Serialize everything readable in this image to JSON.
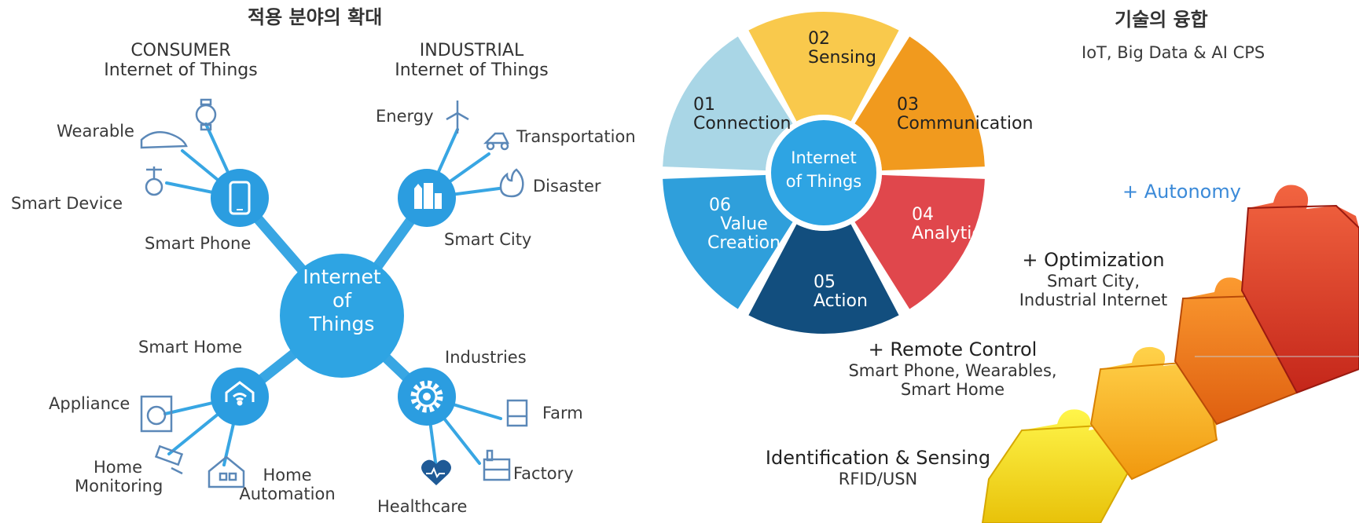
{
  "left": {
    "title": "적용 분야의 확대",
    "consumer": {
      "line1": "CONSUMER",
      "line2": "Internet of Things"
    },
    "industrial": {
      "line1": "INDUSTRIAL",
      "line2": "Internet of Things"
    },
    "hub": [
      "Internet",
      "of",
      "Things"
    ],
    "nodes": {
      "smart_phone": "Smart Phone",
      "smart_city": "Smart City",
      "smart_home": "Smart Home",
      "industries": "Industries"
    },
    "leaves": {
      "wearable": "Wearable",
      "smart_device": "Smart Device",
      "energy": "Energy",
      "transportation": "Transportation",
      "disaster": "Disaster",
      "appliance": "Appliance",
      "home_monitoring": [
        "Home",
        "Monitoring"
      ],
      "home_automation": [
        "Home",
        "Automation"
      ],
      "farm": "Farm",
      "factory": "Factory",
      "healthcare": "Healthcare"
    }
  },
  "middle": {
    "center": [
      "Internet",
      "of Things"
    ],
    "segments": [
      {
        "num": "01",
        "label": "Connection",
        "color": "#a9d6e6"
      },
      {
        "num": "02",
        "label": "Sensing",
        "color": "#f9c94c"
      },
      {
        "num": "03",
        "label": "Communication",
        "color": "#f19a1e"
      },
      {
        "num": "04",
        "label": "Analytics",
        "color": "#e0474c"
      },
      {
        "num": "05",
        "label": "Action",
        "color": "#124e7e"
      },
      {
        "num": "06",
        "label": [
          "Value",
          "Creation"
        ],
        "color": "#2f9fdb"
      }
    ]
  },
  "right": {
    "title": "기술의 융합",
    "subtitle": "IoT, Big Data & AI CPS",
    "steps": [
      {
        "heading": "Identification & Sensing",
        "detail": [
          "RFID/USN"
        ],
        "color": "#f6e21a"
      },
      {
        "heading": "+ Remote Control",
        "detail": [
          "Smart Phone, Wearables,",
          "Smart Home"
        ],
        "color": "#f8b41a"
      },
      {
        "heading": "+ Optimization",
        "detail": [
          "Smart City,",
          "Industrial Internet"
        ],
        "color": "#ef7a1a"
      },
      {
        "heading": "+ Autonomy",
        "detail": [],
        "color": "#e2452a"
      }
    ],
    "autonomy_color": "#3b8ad8"
  }
}
